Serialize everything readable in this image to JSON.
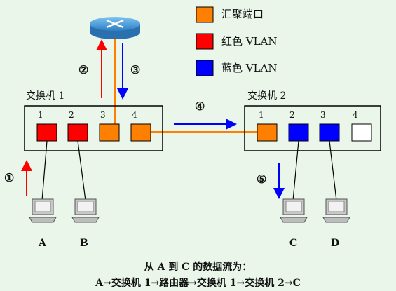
{
  "legend": [
    {
      "label": "汇聚端口",
      "color": "#ff7f00"
    },
    {
      "label": "红色 VLAN",
      "color": "#ff0000"
    },
    {
      "label": "蓝色 VLAN",
      "color": "#0000ff"
    }
  ],
  "switch1": {
    "title": "交换机 1",
    "ports": [
      "1",
      "2",
      "3",
      "4"
    ]
  },
  "switch2": {
    "title": "交换机 2",
    "ports": [
      "1",
      "2",
      "3",
      "4"
    ]
  },
  "pcs": [
    "A",
    "B",
    "C",
    "D"
  ],
  "steps": [
    "①",
    "②",
    "③",
    "④",
    "⑤"
  ],
  "footer": {
    "line1": "从 A 到 C 的数据流为：",
    "line2": "A→交换机 1→路由器→交换机 1→交换机 2→C"
  },
  "colors": {
    "trunk": "#ff7f00",
    "red_vlan": "#ff0000",
    "blue_vlan": "#0000ff",
    "background": "#e9f6e9",
    "router": "#3f8fd0"
  }
}
